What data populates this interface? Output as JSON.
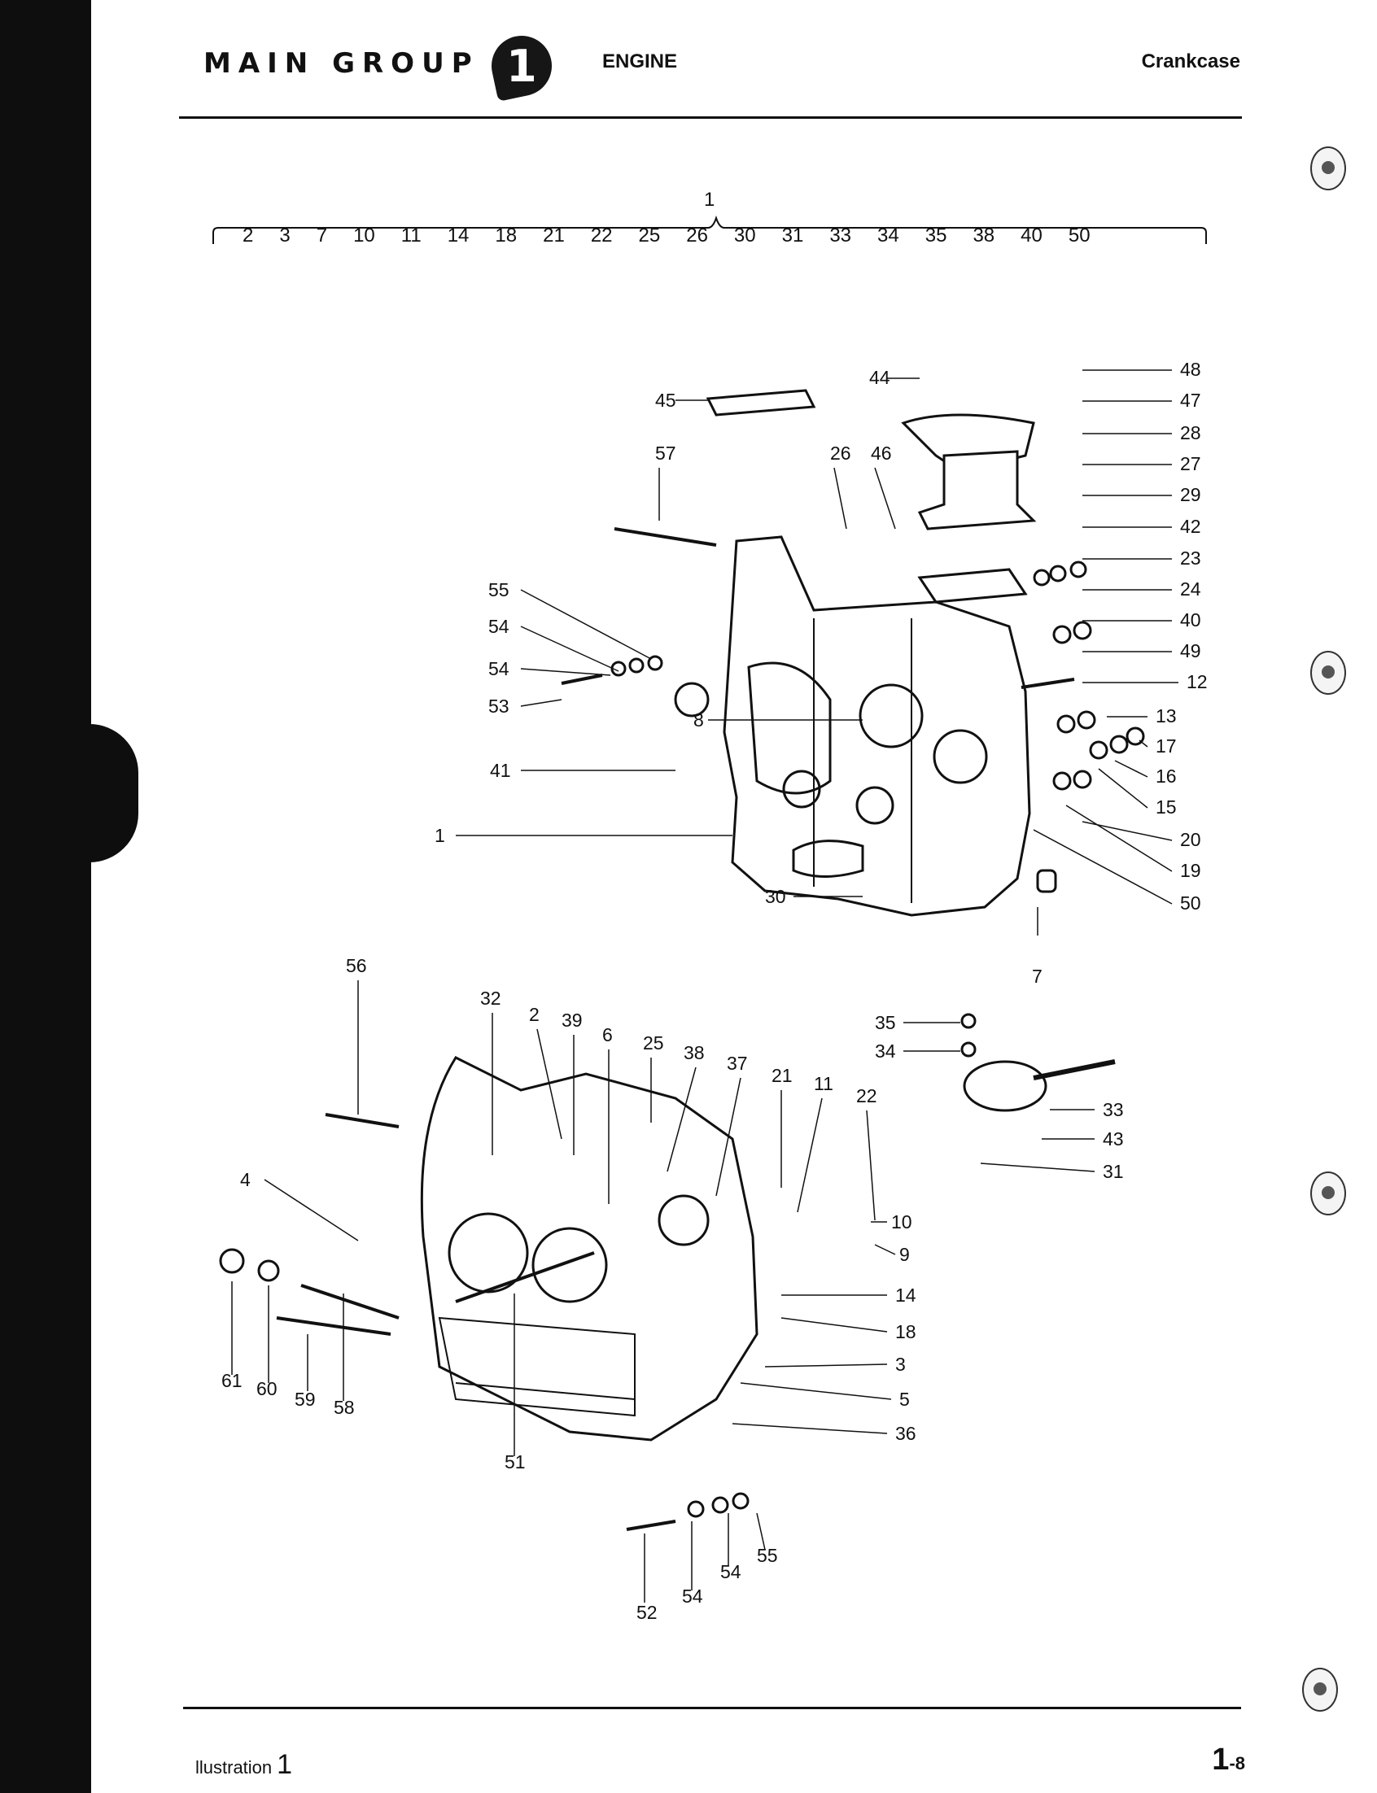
{
  "header": {
    "main_group_label": "MAIN GROUP",
    "group_number": "1",
    "section_title": "ENGINE",
    "subject": "Crankcase"
  },
  "kit": {
    "total_label": "1",
    "included_parts": [
      "2",
      "3",
      "7",
      "10",
      "11",
      "14",
      "18",
      "21",
      "22",
      "25",
      "26",
      "30",
      "31",
      "33",
      "34",
      "35",
      "38",
      "40",
      "50"
    ]
  },
  "callouts": [
    "1",
    "2",
    "3",
    "4",
    "5",
    "6",
    "7",
    "8",
    "9",
    "10",
    "11",
    "12",
    "13",
    "14",
    "15",
    "16",
    "17",
    "18",
    "19",
    "20",
    "21",
    "22",
    "23",
    "24",
    "25",
    "26",
    "27",
    "28",
    "29",
    "30",
    "31",
    "32",
    "33",
    "34",
    "35",
    "36",
    "37",
    "38",
    "39",
    "40",
    "41",
    "42",
    "43",
    "44",
    "45",
    "46",
    "47",
    "48",
    "49",
    "50",
    "51",
    "52",
    "53",
    "54",
    "55",
    "56",
    "57",
    "58",
    "59",
    "60",
    "61"
  ],
  "footer": {
    "illustration_label": "llustration",
    "illustration_number": "1",
    "page_number": "1",
    "page_suffix": "-8"
  }
}
